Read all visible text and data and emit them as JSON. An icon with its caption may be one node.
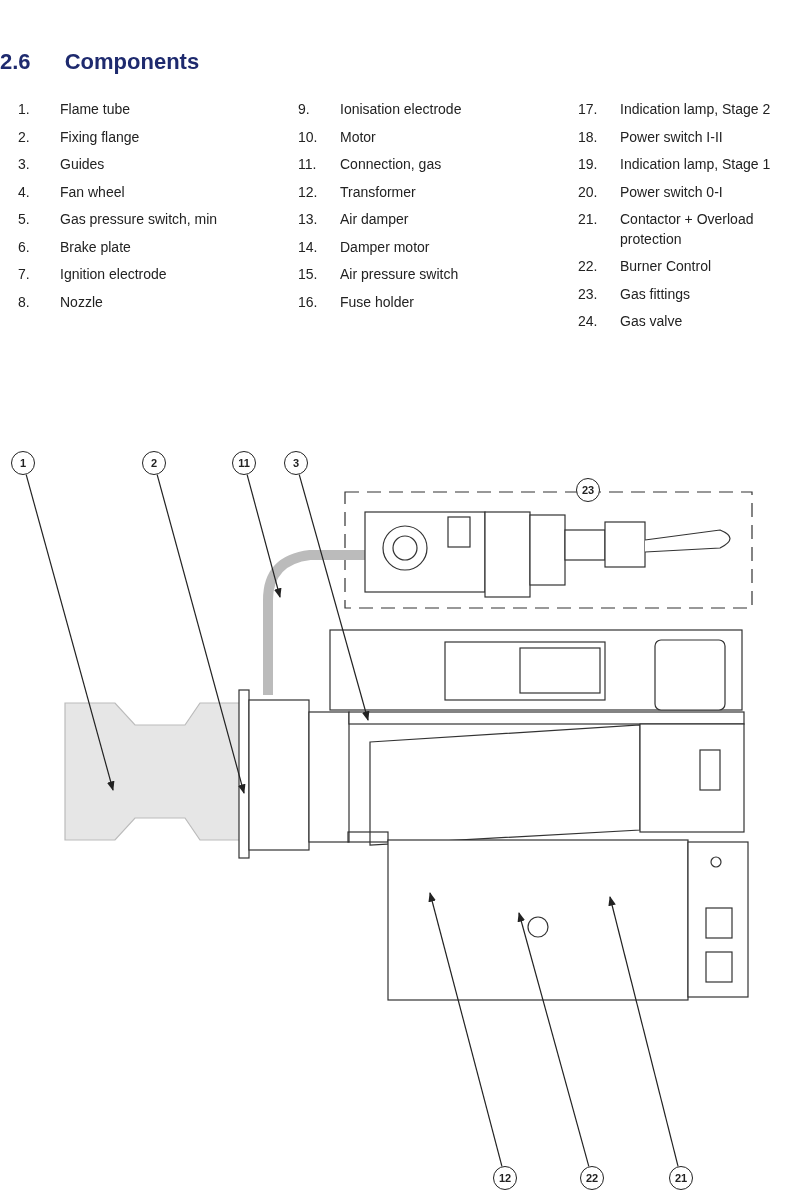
{
  "diagram": {
    "title": "2.6 Components",
    "nodes": [
      {
        "text": [
          "1"
        ]
      },
      {
        "text": [
          "2"
        ]
      },
      {
        "text": [
          "11"
        ]
      },
      {
        "text": [
          "3"
        ]
      },
      {
        "text": [
          "23"
        ]
      },
      {
        "text": [
          "12"
        ]
      },
      {
        "text": [
          "22"
        ]
      },
      {
        "text": [
          "21"
        ]
      }
    ],
    "edges": [
      {
        "from": 0,
        "to": null,
        "arrow": "to"
      },
      {
        "from": 1,
        "to": null,
        "arrow": "to"
      },
      {
        "from": 2,
        "to": null,
        "arrow": "to"
      },
      {
        "from": 3,
        "to": null,
        "arrow": "to"
      },
      {
        "from": 5,
        "to": null,
        "arrow": "to"
      },
      {
        "from": 6,
        "to": null,
        "arrow": "to"
      },
      {
        "from": 7,
        "to": null,
        "arrow": "to"
      }
    ],
    "labels": [
      "1.",
      "Flame tube",
      "2.",
      "Fixing flange",
      "3.",
      "Guides",
      "4.",
      "Fan wheel",
      "5.",
      "Gas pressure switch, min",
      "6.",
      "Brake plate",
      "7.",
      "Ignition electrode",
      "8.",
      "Nozzle",
      "9.",
      "Ionisation electrode",
      "10.",
      "Motor",
      "11.",
      "Connection, gas",
      "12.",
      "Transformer",
      "13.",
      "Air damper",
      "14.",
      "Damper motor",
      "15.",
      "Air pressure switch",
      "16.",
      "Fuse holder",
      "17.",
      "Indication lamp, Stage 2",
      "18.",
      "Power switch I-II",
      "19.",
      "Indication lamp, Stage 1",
      "20.",
      "Power switch 0-I",
      "21.",
      "Contactor + Overload protection",
      "22.",
      "Burner Control",
      "23.",
      "Gas fittings",
      "24.",
      "Gas valve"
    ]
  }
}
